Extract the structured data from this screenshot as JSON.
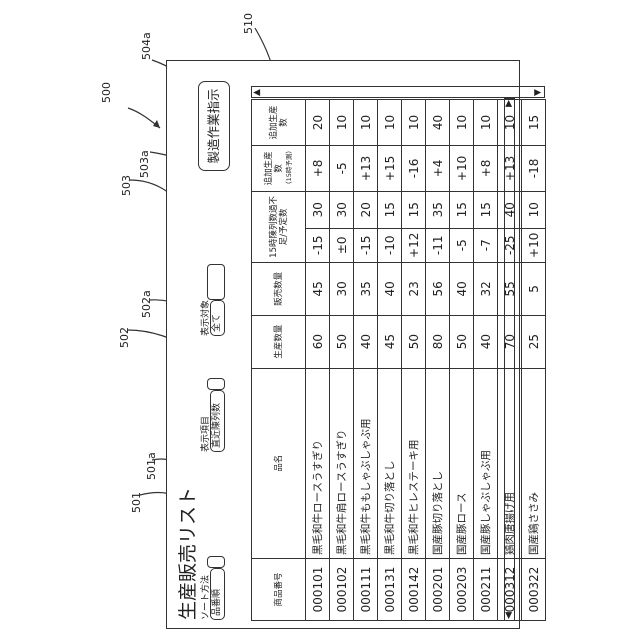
{
  "refs": {
    "r500": "500",
    "r501": "501",
    "r501a": "501a",
    "r502": "502",
    "r502a": "502a",
    "r503": "503",
    "r503a": "503a",
    "r504a": "504a",
    "r510": "510"
  },
  "screen": {
    "title": "生産販売リスト",
    "sort": {
      "label": "ソート方法",
      "value": "品番順"
    },
    "display_item": {
      "label": "表示項目",
      "value": "直近陳列数"
    },
    "display_target": {
      "label": "表示対象",
      "value": "全て"
    },
    "command_button": "製造作業指示"
  },
  "table": {
    "headers": {
      "code": "商品番号",
      "name": "品名",
      "produced": "生産数量",
      "sold": "販売数量",
      "shortage": "15時陳列数過不足/予定数",
      "additional": "追加生産数",
      "additional_sub": "（15時予測）",
      "extra": "追加生産数"
    },
    "rows": [
      {
        "code": "000101",
        "name": "黒毛和牛ロースうすぎり",
        "produced": "60",
        "sold": "45",
        "shortage": "-15",
        "plan": "30",
        "add": "+8",
        "extra": "20"
      },
      {
        "code": "000102",
        "name": "黒毛和牛肩ロースうすぎり",
        "produced": "50",
        "sold": "30",
        "shortage": "±0",
        "plan": "30",
        "add": "-5",
        "extra": "10"
      },
      {
        "code": "000111",
        "name": "黒毛和牛ももしゃぶしゃぶ用",
        "produced": "40",
        "sold": "35",
        "shortage": "-15",
        "plan": "20",
        "add": "+13",
        "extra": "10"
      },
      {
        "code": "000131",
        "name": "黒毛和牛切り落とし",
        "produced": "45",
        "sold": "40",
        "shortage": "-10",
        "plan": "15",
        "add": "+15",
        "extra": "10"
      },
      {
        "code": "000142",
        "name": "黒毛和牛ヒレステーキ用",
        "produced": "50",
        "sold": "23",
        "shortage": "+12",
        "plan": "15",
        "add": "-16",
        "extra": "10"
      },
      {
        "code": "000201",
        "name": "国産豚切り落とし",
        "produced": "80",
        "sold": "56",
        "shortage": "-11",
        "plan": "35",
        "add": "+4",
        "extra": "40"
      },
      {
        "code": "000203",
        "name": "国産豚ロース",
        "produced": "50",
        "sold": "40",
        "shortage": "-5",
        "plan": "15",
        "add": "+10",
        "extra": "10"
      },
      {
        "code": "000211",
        "name": "国産豚しゃぶしゃぶ用",
        "produced": "40",
        "sold": "32",
        "shortage": "-7",
        "plan": "15",
        "add": "+8",
        "extra": "10"
      },
      {
        "code": "000312",
        "name": "鶏肉唐揚げ用",
        "produced": "70",
        "sold": "55",
        "shortage": "-25",
        "plan": "40",
        "add": "+13",
        "extra": "10"
      },
      {
        "code": "000322",
        "name": "国産鶏ささみ",
        "produced": "25",
        "sold": "5",
        "shortage": "+10",
        "plan": "10",
        "add": "-18",
        "extra": "15"
      }
    ]
  },
  "icons": {
    "up": "▲",
    "down": "▼",
    "left": "◀",
    "right": "▶"
  }
}
